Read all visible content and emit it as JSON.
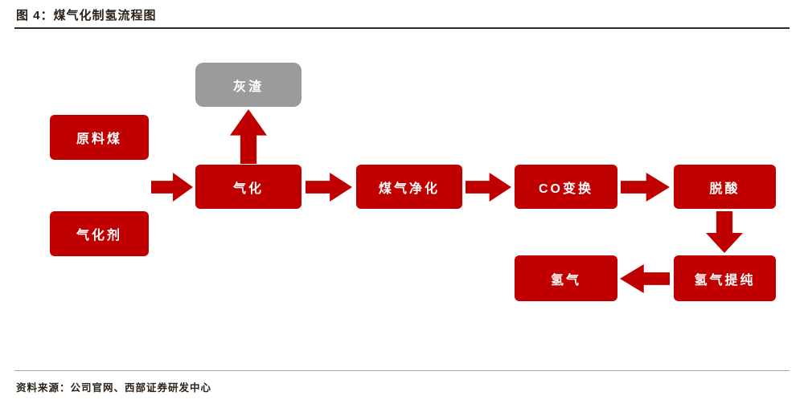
{
  "header": {
    "title": "图 4：煤气化制氢流程图"
  },
  "footer": {
    "source": "资料来源：公司官网、西部证券研发中心"
  },
  "colors": {
    "node_red": "#C00000",
    "node_gray": "#9B9B9B",
    "arrow_red": "#C00000",
    "node_text": "#FFFFFF"
  },
  "flowchart": {
    "nodes": [
      {
        "id": "raw-coal",
        "label": "原料煤",
        "type": "input",
        "color": "red"
      },
      {
        "id": "gasifying-agent",
        "label": "气化剂",
        "type": "input",
        "color": "red"
      },
      {
        "id": "ash-residue",
        "label": "灰渣",
        "type": "byproduct",
        "color": "gray"
      },
      {
        "id": "gasification",
        "label": "气化",
        "type": "process",
        "color": "red"
      },
      {
        "id": "gas-purification",
        "label": "煤气净化",
        "type": "process",
        "color": "red"
      },
      {
        "id": "co-shift",
        "label": "CO变换",
        "type": "process",
        "color": "red"
      },
      {
        "id": "deacidification",
        "label": "脱酸",
        "type": "process",
        "color": "red"
      },
      {
        "id": "hydrogen-purification",
        "label": "氢气提纯",
        "type": "process",
        "color": "red"
      },
      {
        "id": "hydrogen",
        "label": "氢气",
        "type": "output",
        "color": "red"
      }
    ],
    "edges": [
      {
        "from": "原料煤/气化剂",
        "to": "气化",
        "direction": "right"
      },
      {
        "from": "气化",
        "to": "灰渣",
        "direction": "up"
      },
      {
        "from": "气化",
        "to": "煤气净化",
        "direction": "right"
      },
      {
        "from": "煤气净化",
        "to": "CO变换",
        "direction": "right"
      },
      {
        "from": "CO变换",
        "to": "脱酸",
        "direction": "right"
      },
      {
        "from": "脱酸",
        "to": "氢气提纯",
        "direction": "down"
      },
      {
        "from": "氢气提纯",
        "to": "氢气",
        "direction": "left"
      }
    ]
  }
}
